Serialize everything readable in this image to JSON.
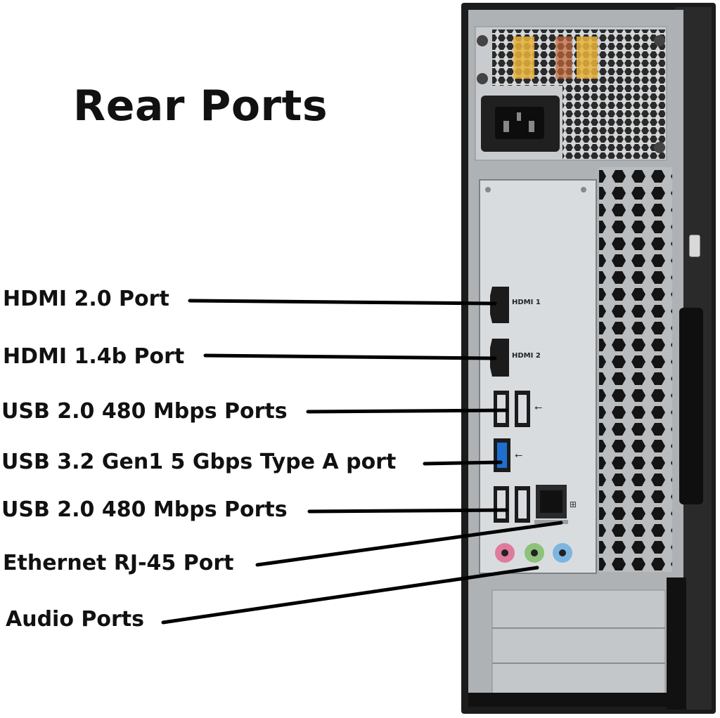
{
  "title": "Rear Ports",
  "labels": {
    "hdmi20": "HDMI 2.0 Port",
    "hdmi14": "HDMI 1.4b Port",
    "usb2_top": "USB 2.0 480 Mbps Ports",
    "usb32": "USB 3.2 Gen1 5 Gbps Type A port",
    "usb2_bottom": "USB 2.0 480 Mbps Ports",
    "ethernet": "Ethernet RJ-45 Port",
    "audio": "Audio Ports"
  },
  "port_marks": {
    "hdmi1": "HDMI 1",
    "hdmi2": "HDMI 2"
  },
  "colors": {
    "case": "#1c1c1c",
    "panel": "#c9ccce",
    "usb3_blue": "#1f6fd1",
    "audio_pink": "#e07a9c",
    "audio_green": "#8dc27a",
    "audio_blue": "#7cb6e0",
    "power_yellow": "#e8b33a",
    "line": "#000000"
  }
}
